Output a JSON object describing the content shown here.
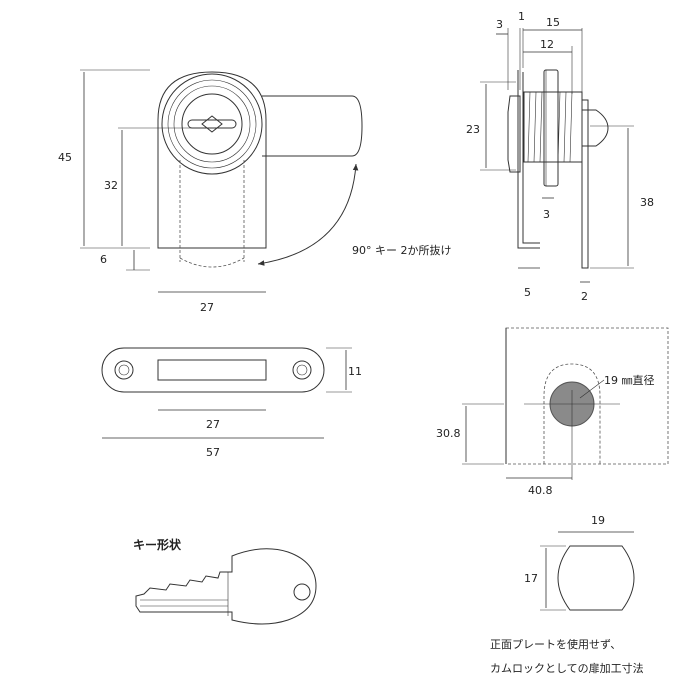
{
  "front_view": {
    "dim_45": "45",
    "dim_32": "32",
    "dim_6": "6",
    "dim_27": "27",
    "rotation_note": "90°  キー 2か所抜け"
  },
  "side_view": {
    "dim_3_top": "3",
    "dim_1": "1",
    "dim_15": "15",
    "dim_12": "12",
    "dim_23": "23",
    "dim_3_mid": "3",
    "dim_38": "38",
    "dim_5": "5",
    "dim_2": "2"
  },
  "plate": {
    "dim_11": "11",
    "dim_27": "27",
    "dim_57": "57"
  },
  "door_cutout": {
    "hole_label": "19 ㎜直径",
    "dim_30_8": "30.8",
    "dim_40_8": "40.8"
  },
  "key": {
    "title": "キー形状"
  },
  "cutout_shape": {
    "dim_19": "19",
    "dim_17": "17"
  },
  "notes": {
    "line1": "正面プレートを使用せず、",
    "line2": "カムロックとしての扉加工寸法"
  }
}
